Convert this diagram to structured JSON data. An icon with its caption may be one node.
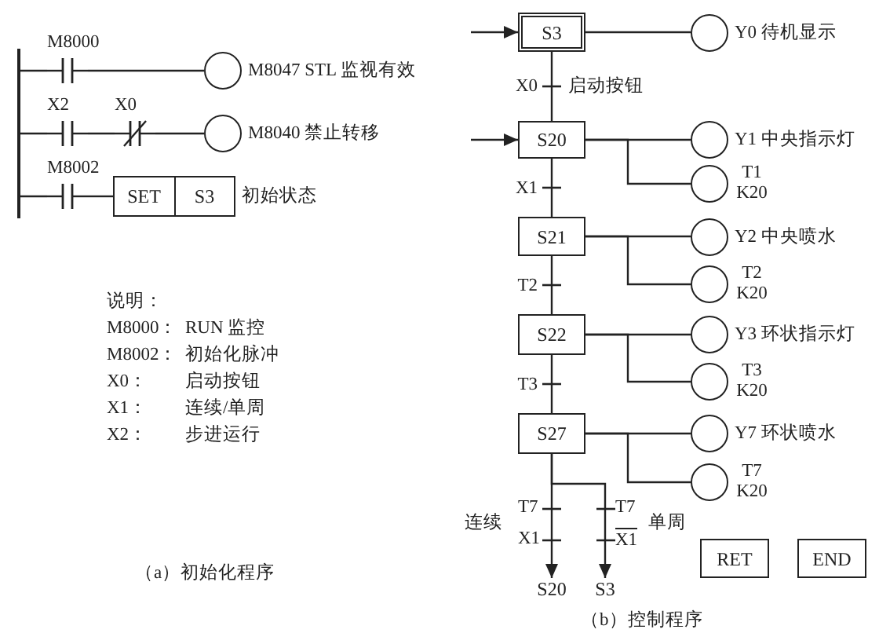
{
  "diagram": {
    "nodes": [
      {
        "text": [
          "M8000"
        ]
      },
      {
        "text": [],
        "shape": "circle",
        "beside": [
          "M8047 STL 监视有效"
        ]
      },
      {
        "text": [
          "X2"
        ]
      },
      {
        "text": [
          "X0"
        ]
      },
      {
        "text": [],
        "shape": "circle",
        "beside": [
          "M8040 禁止转移"
        ]
      },
      {
        "text": [
          "M8002"
        ]
      },
      {
        "text": [
          "SET",
          "S3"
        ],
        "beside": [
          "初始状态"
        ]
      },
      {
        "text": [
          "S3"
        ]
      },
      {
        "text": [],
        "shape": "circle",
        "beside": [
          "Y0 待机显示"
        ]
      },
      {
        "text": [
          "S20"
        ]
      },
      {
        "text": [],
        "shape": "circle",
        "beside": [
          "Y1 中央指示灯"
        ]
      },
      {
        "text": [],
        "shape": "circle",
        "beside": [
          "T1 K20"
        ]
      },
      {
        "text": [
          "S21"
        ]
      },
      {
        "text": [],
        "shape": "circle",
        "beside": [
          "Y2 中央喷水"
        ]
      },
      {
        "text": [],
        "shape": "circle",
        "beside": [
          "T2 K20"
        ]
      },
      {
        "text": [
          "S22"
        ]
      },
      {
        "text": [],
        "shape": "circle",
        "beside": [
          "Y3 环状指示灯"
        ]
      },
      {
        "text": [],
        "shape": "circle",
        "beside": [
          "T3 K20"
        ]
      },
      {
        "text": [
          "S27"
        ]
      },
      {
        "text": [],
        "shape": "circle",
        "beside": [
          "Y7 环状喷水"
        ]
      },
      {
        "text": [],
        "shape": "circle",
        "beside": [
          "T7 K20"
        ]
      },
      {
        "text": [
          "S20"
        ]
      },
      {
        "text": [
          "S3"
        ]
      },
      {
        "text": [
          "RET"
        ]
      },
      {
        "text": [
          "END"
        ]
      },
      {
        "text": [],
        "shape": "bar"
      }
    ],
    "edges": [
      {
        "from": 0,
        "to": 1,
        "arrow": "none"
      },
      {
        "from": 2,
        "to": 3,
        "arrow": "none"
      },
      {
        "from": 3,
        "to": 4,
        "arrow": "none"
      },
      {
        "from": 5,
        "to": 6,
        "arrow": "none"
      },
      {
        "from": null,
        "to": 7,
        "arrow": "to"
      },
      {
        "from": 7,
        "to": 8,
        "arrow": "none"
      },
      {
        "from": 7,
        "to": 9,
        "arrow": "none",
        "label": "X0"
      },
      {
        "from": null,
        "to": 9,
        "arrow": "to"
      },
      {
        "from": 9,
        "to": 10,
        "arrow": "none"
      },
      {
        "from": 9,
        "to": 11,
        "arrow": "none"
      },
      {
        "from": 9,
        "to": 12,
        "arrow": "none",
        "label": "X1"
      },
      {
        "from": 12,
        "to": 13,
        "arrow": "none"
      },
      {
        "from": 12,
        "to": 14,
        "arrow": "none"
      },
      {
        "from": 12,
        "to": 15,
        "arrow": "none",
        "label": "T2"
      },
      {
        "from": 15,
        "to": 16,
        "arrow": "none"
      },
      {
        "from": 15,
        "to": 17,
        "arrow": "none"
      },
      {
        "from": 15,
        "to": 18,
        "arrow": "none",
        "label": "T3"
      },
      {
        "from": 18,
        "to": 19,
        "arrow": "none"
      },
      {
        "from": 18,
        "to": 20,
        "arrow": "none"
      },
      {
        "from": 18,
        "to": 21,
        "arrow": "to"
      },
      {
        "from": 18,
        "to": 22,
        "arrow": "to"
      },
      {
        "from": 25,
        "to": 0,
        "arrow": "none"
      },
      {
        "from": 25,
        "to": 2,
        "arrow": "none"
      },
      {
        "from": 25,
        "to": 5,
        "arrow": "none"
      }
    ],
    "labels": [
      "说明：",
      "M8000：",
      "RUN 监控",
      "M8002：",
      "初始化脉冲",
      "X0：",
      "启动按钮",
      "X1：",
      "连续/单周",
      "X2：",
      "步进运行",
      "（a）初始化程序",
      "启动按钮",
      "T7",
      "X1",
      "连续",
      "T7",
      "X1",
      "单周",
      "（b）控制程序"
    ]
  }
}
